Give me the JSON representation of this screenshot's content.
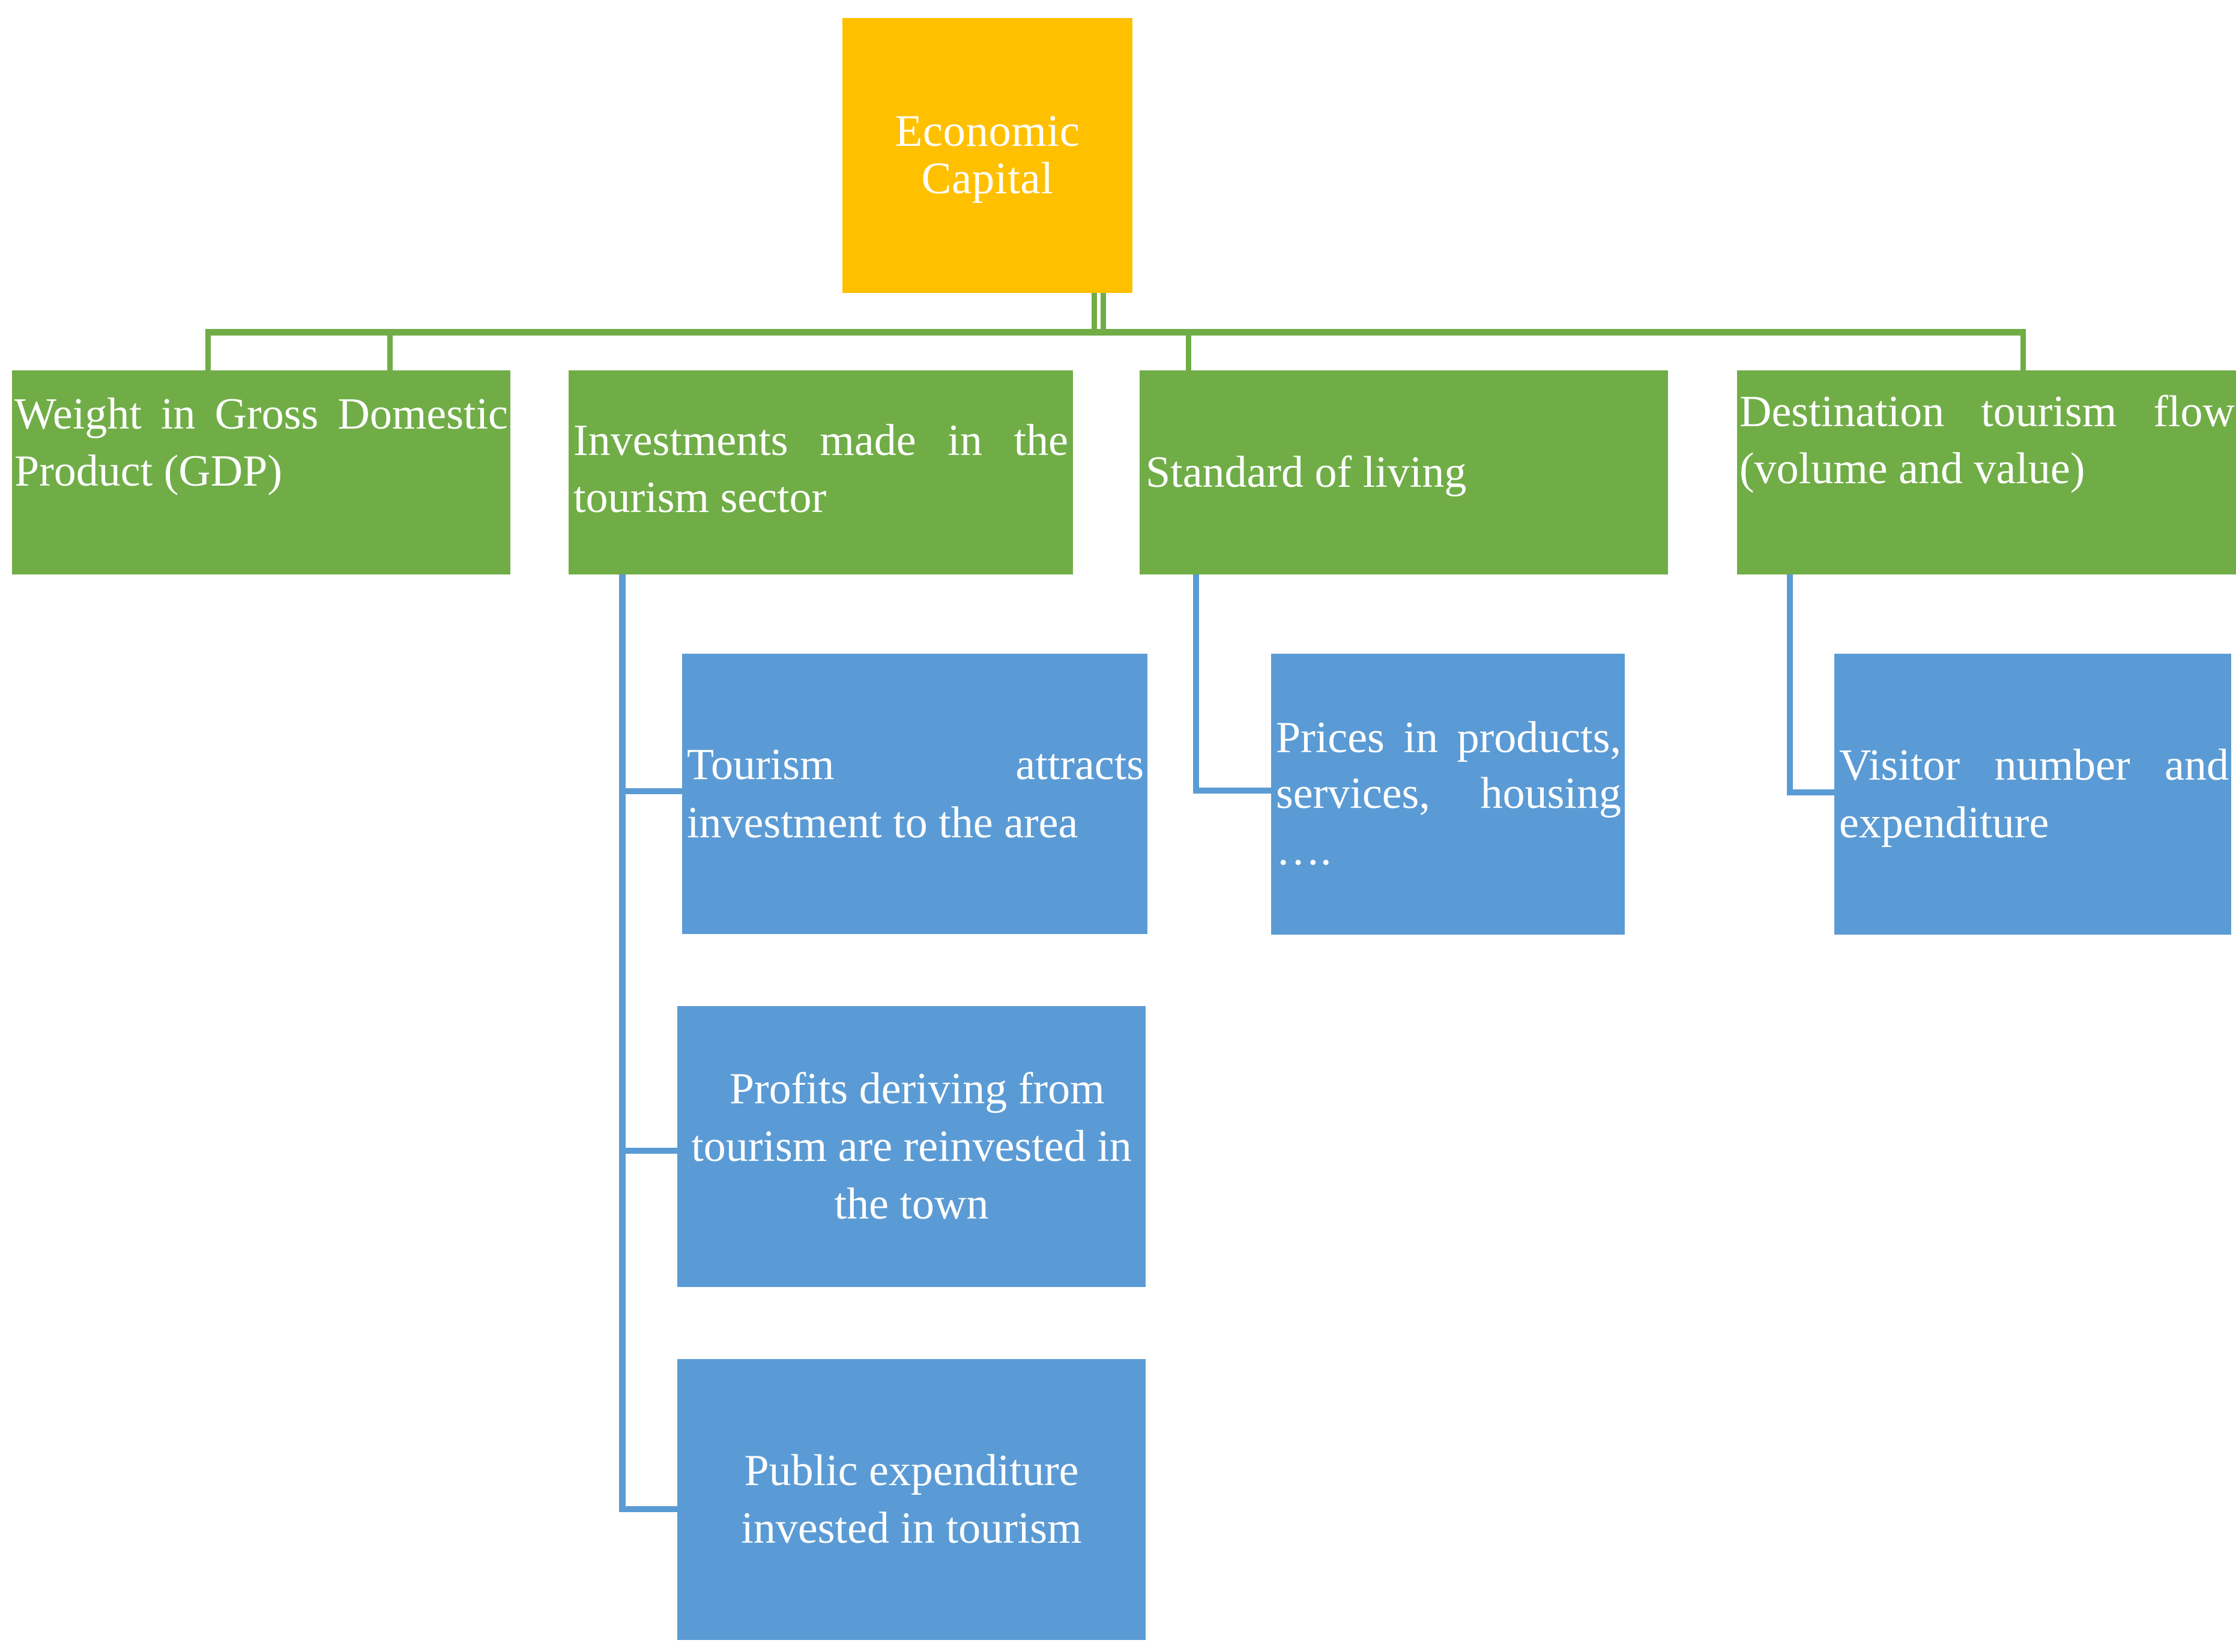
{
  "diagram": {
    "title": "Economic Capital dimension tree",
    "colors": {
      "root": "#FFC000",
      "level2": "#70AD47",
      "level3": "#5B9BD5",
      "text": "#FFFFFF",
      "background": "#FFFFFF"
    },
    "root": {
      "label": "Economic Capital"
    },
    "level2": [
      {
        "id": "gdp",
        "label": "Weight in Gross Domestic Product (GDP)"
      },
      {
        "id": "invest",
        "label": "Investments made in the tourism sector"
      },
      {
        "id": "standard",
        "label": "Standard of living"
      },
      {
        "id": "destflow",
        "label": "Destination tourism flow (volume and value)"
      }
    ],
    "level3": [
      {
        "id": "attracts",
        "parent": "invest",
        "label": "Tourism attracts investment to the area"
      },
      {
        "id": "profits",
        "parent": "invest",
        "label": " Profits deriving from tourism are reinvested in the town"
      },
      {
        "id": "public",
        "parent": "invest",
        "label": "Public expenditure invested in tourism"
      },
      {
        "id": "prices",
        "parent": "standard",
        "label": "Prices in products, services, housing …."
      },
      {
        "id": "visitor",
        "parent": "destflow",
        "label": "Visitor number and expenditure"
      }
    ]
  }
}
